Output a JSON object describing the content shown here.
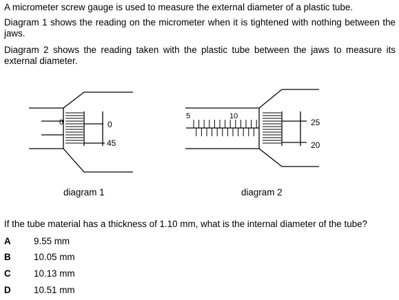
{
  "question": {
    "p1": "A micrometer screw gauge is used to measure the external diameter of a plastic tube.",
    "p2": "Diagram 1 shows the reading on the micrometer when it is tightened with nothing between the jaws.",
    "p3": "Diagram 2 shows the reading taken with the plastic tube between the jaws to measure its external diameter.",
    "prompt": "If the tube material has a thickness of 1.10 mm, what is the internal diameter of the tube?"
  },
  "diagram1": {
    "caption": "diagram 1",
    "thimble_labels": [
      "0",
      "45"
    ]
  },
  "diagram2": {
    "caption": "diagram 2",
    "sleeve_labels": [
      "5",
      "10"
    ],
    "thimble_labels": [
      "25",
      "20"
    ]
  },
  "options": [
    {
      "letter": "A",
      "text": "9.55 mm"
    },
    {
      "letter": "B",
      "text": "10.05 mm"
    },
    {
      "letter": "C",
      "text": "10.13 mm"
    },
    {
      "letter": "D",
      "text": "10.51 mm"
    }
  ]
}
